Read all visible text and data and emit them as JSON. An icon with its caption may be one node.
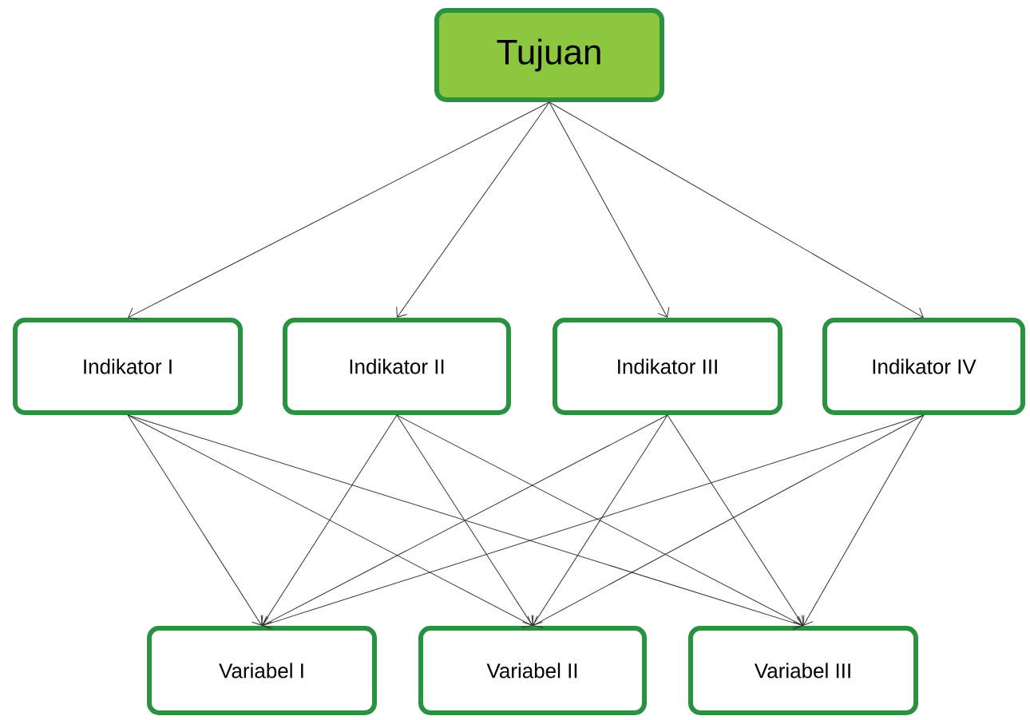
{
  "diagram": {
    "nodes": [
      {
        "text": [
          "Tujuan"
        ]
      },
      {
        "text": [
          "Indikator I"
        ]
      },
      {
        "text": [
          "Indikator II"
        ]
      },
      {
        "text": [
          "Indikator III"
        ]
      },
      {
        "text": [
          "Indikator IV"
        ]
      },
      {
        "text": [
          "Variabel I"
        ]
      },
      {
        "text": [
          "Variabel II"
        ]
      },
      {
        "text": [
          "Variabel III"
        ]
      }
    ],
    "edges": [
      {
        "from": 0,
        "to": 1,
        "arrow": "to"
      },
      {
        "from": 0,
        "to": 2,
        "arrow": "to"
      },
      {
        "from": 0,
        "to": 3,
        "arrow": "to"
      },
      {
        "from": 0,
        "to": 4,
        "arrow": "to"
      },
      {
        "from": 1,
        "to": 5,
        "arrow": "to"
      },
      {
        "from": 1,
        "to": 6,
        "arrow": "to"
      },
      {
        "from": 1,
        "to": 7,
        "arrow": "to"
      },
      {
        "from": 2,
        "to": 5,
        "arrow": "to"
      },
      {
        "from": 2,
        "to": 6,
        "arrow": "to"
      },
      {
        "from": 2,
        "to": 7,
        "arrow": "to"
      },
      {
        "from": 3,
        "to": 5,
        "arrow": "to"
      },
      {
        "from": 3,
        "to": 6,
        "arrow": "to"
      },
      {
        "from": 3,
        "to": 7,
        "arrow": "to"
      },
      {
        "from": 4,
        "to": 5,
        "arrow": "to"
      },
      {
        "from": 4,
        "to": 6,
        "arrow": "to"
      },
      {
        "from": 4,
        "to": 7,
        "arrow": "to"
      }
    ]
  }
}
